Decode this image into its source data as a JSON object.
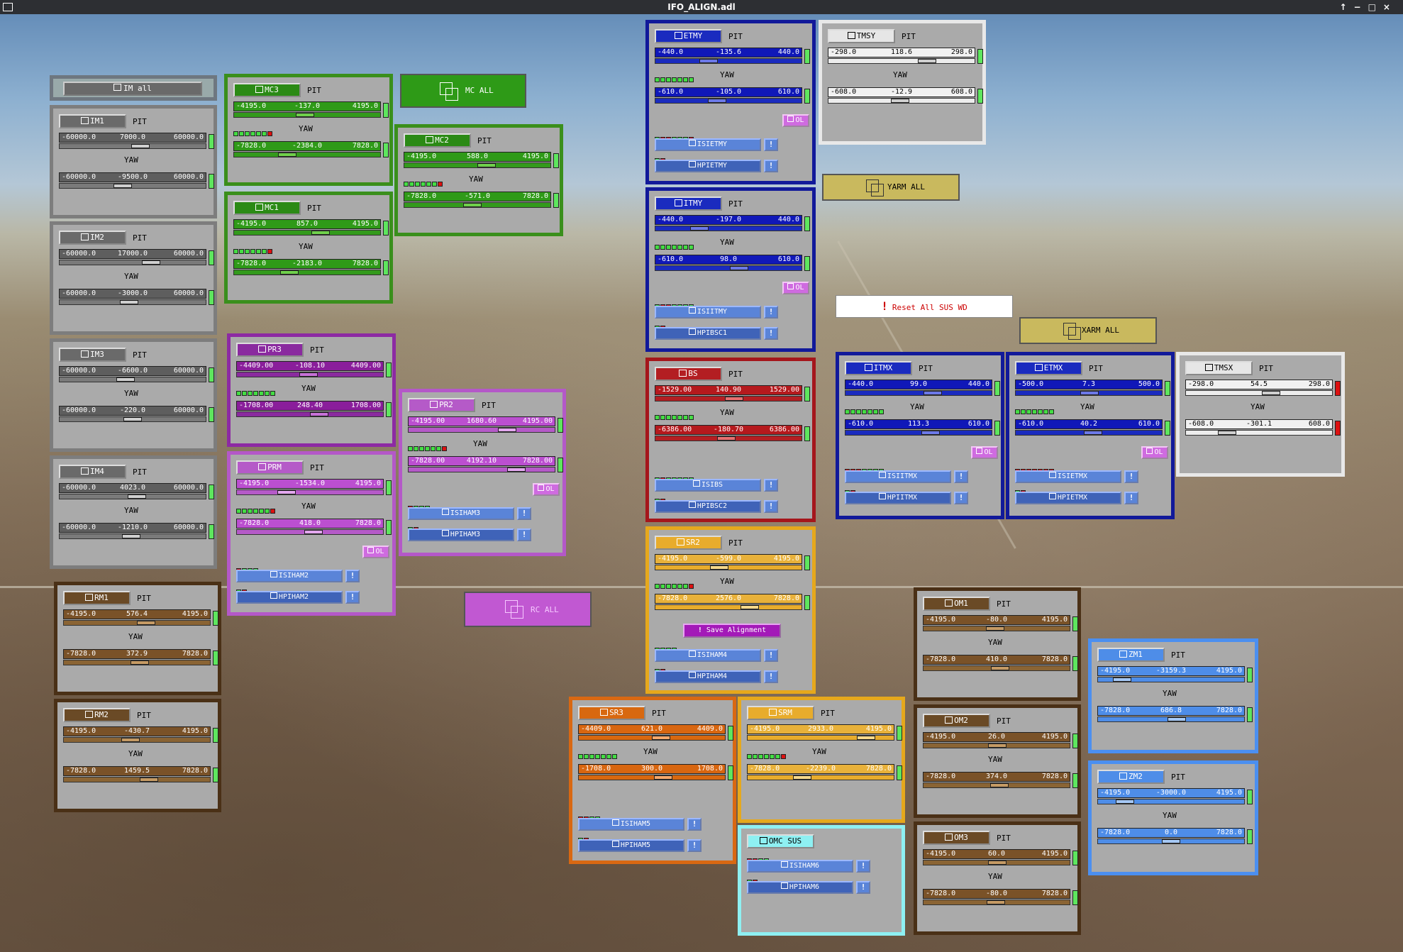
{
  "window": {
    "title": "IFO_ALIGN.adl"
  },
  "labels": {
    "pit": "PIT",
    "yaw": "YAW",
    "ol": "OL",
    "bang": "!"
  },
  "buttons": {
    "im_all": "IM all",
    "mc_all": "MC ALL",
    "yarm_all": "YARM ALL",
    "xarm_all": "XARM ALL",
    "rc_all": "RC ALL",
    "reset_wd": "Reset All SUS WD",
    "save_alignment": "Save Alignment"
  },
  "panels": [
    {
      "id": "im1",
      "name": "IM1",
      "theme": "gray",
      "pit": {
        "min": "-60000.0",
        "val": "7000.0",
        "max": "60000.0"
      },
      "yaw": {
        "min": "-60000.0",
        "val": "-9500.0",
        "max": "60000.0"
      }
    },
    {
      "id": "im2",
      "name": "IM2",
      "theme": "gray",
      "pit": {
        "min": "-60000.0",
        "val": "17000.0",
        "max": "60000.0"
      },
      "yaw": {
        "min": "-60000.0",
        "val": "-3000.0",
        "max": "60000.0"
      }
    },
    {
      "id": "im3",
      "name": "IM3",
      "theme": "gray",
      "pit": {
        "min": "-60000.0",
        "val": "-6600.0",
        "max": "60000.0"
      },
      "yaw": {
        "min": "-60000.0",
        "val": "-220.0",
        "max": "60000.0"
      }
    },
    {
      "id": "im4",
      "name": "IM4",
      "theme": "gray",
      "pit": {
        "min": "-60000.0",
        "val": "4023.0",
        "max": "60000.0"
      },
      "yaw": {
        "min": "-60000.0",
        "val": "-1210.0",
        "max": "60000.0"
      }
    },
    {
      "id": "rm1",
      "name": "RM1",
      "theme": "brown",
      "pit": {
        "min": "-4195.0",
        "val": "576.4",
        "max": "4195.0"
      },
      "yaw": {
        "min": "-7828.0",
        "val": "372.9",
        "max": "7828.0"
      }
    },
    {
      "id": "rm2",
      "name": "RM2",
      "theme": "brown",
      "pit": {
        "min": "-4195.0",
        "val": "-430.7",
        "max": "4195.0"
      },
      "yaw": {
        "min": "-7828.0",
        "val": "1459.5",
        "max": "7828.0"
      }
    },
    {
      "id": "mc3",
      "name": "MC3",
      "theme": "green",
      "pit": {
        "min": "-4195.0",
        "val": "-137.0",
        "max": "4195.0"
      },
      "yaw": {
        "min": "-7828.0",
        "val": "-2384.0",
        "max": "7828.0"
      },
      "wd": [
        1,
        1,
        1,
        1,
        1,
        1,
        0
      ]
    },
    {
      "id": "mc1",
      "name": "MC1",
      "theme": "green",
      "pit": {
        "min": "-4195.0",
        "val": "857.0",
        "max": "4195.0"
      },
      "yaw": {
        "min": "-7828.0",
        "val": "-2183.0",
        "max": "7828.0"
      },
      "wd": [
        1,
        1,
        1,
        1,
        1,
        1,
        0
      ]
    },
    {
      "id": "mc2",
      "name": "MC2",
      "theme": "green",
      "pit": {
        "min": "-4195.0",
        "val": "588.0",
        "max": "4195.0"
      },
      "yaw": {
        "min": "-7828.0",
        "val": "-571.0",
        "max": "7828.0"
      },
      "wd": [
        1,
        1,
        1,
        1,
        1,
        1,
        0
      ]
    },
    {
      "id": "pr3",
      "name": "PR3",
      "theme": "purple",
      "pit": {
        "min": "-4409.00",
        "val": "-108.10",
        "max": "4409.00"
      },
      "yaw": {
        "min": "-1708.00",
        "val": "248.40",
        "max": "1708.00"
      },
      "wd": [
        1,
        1,
        1,
        1,
        1,
        1,
        1
      ]
    },
    {
      "id": "prm",
      "name": "PRM",
      "theme": "violet",
      "pit": {
        "min": "-4195.0",
        "val": "-1534.0",
        "max": "4195.0"
      },
      "yaw": {
        "min": "-7828.0",
        "val": "418.0",
        "max": "7828.0"
      },
      "wd": [
        1,
        1,
        1,
        1,
        1,
        1,
        0
      ],
      "ol": true,
      "seiwd": [
        0,
        1,
        1,
        1
      ],
      "sei": [
        "ISIHAM2",
        "HPIHAM2"
      ]
    },
    {
      "id": "pr2",
      "name": "PR2",
      "theme": "violet",
      "pit": {
        "min": "-4195.00",
        "val": "1680.60",
        "max": "4195.00"
      },
      "yaw": {
        "min": "-7828.00",
        "val": "4192.10",
        "max": "7828.00"
      },
      "wd": [
        1,
        1,
        1,
        1,
        1,
        1,
        0
      ],
      "ol": true,
      "seiwd": [
        0,
        1,
        1,
        1
      ],
      "sei": [
        "ISIHAM3",
        "HPIHAM3"
      ]
    },
    {
      "id": "etmy",
      "name": "ETMY",
      "theme": "blue",
      "pit": {
        "min": "-440.0",
        "val": "-135.6",
        "max": "440.0"
      },
      "yaw": {
        "min": "-610.0",
        "val": "-105.0",
        "max": "610.0"
      },
      "wd": [
        1,
        1,
        1,
        1,
        1,
        1,
        1
      ],
      "ol": true,
      "seiwd": [
        1,
        0,
        0,
        1,
        1,
        1,
        0
      ],
      "sei": [
        "ISIETMY",
        "HPIETMY"
      ]
    },
    {
      "id": "itmy",
      "name": "ITMY",
      "theme": "blue",
      "pit": {
        "min": "-440.0",
        "val": "-197.0",
        "max": "440.0"
      },
      "yaw": {
        "min": "-610.0",
        "val": "98.0",
        "max": "610.0"
      },
      "wd": [
        1,
        1,
        1,
        1,
        1,
        1,
        1
      ],
      "ol": true,
      "seiwd": [
        1,
        0,
        0,
        1,
        1,
        1,
        1
      ],
      "sei": [
        "ISIITMY",
        "HPIBSC1"
      ]
    },
    {
      "id": "bs",
      "name": "BS",
      "theme": "red",
      "pit": {
        "min": "-1529.00",
        "val": "140.90",
        "max": "1529.00"
      },
      "yaw": {
        "min": "-6386.00",
        "val": "-180.70",
        "max": "6386.00"
      },
      "wd": [
        1,
        1,
        1,
        1,
        1,
        1,
        1
      ],
      "seiwd": [
        1,
        0,
        1,
        1,
        1,
        1,
        1
      ],
      "sei": [
        "ISIBS",
        "HPIBSC2"
      ]
    },
    {
      "id": "sr2",
      "name": "SR2",
      "theme": "amber",
      "pit": {
        "min": "-4195.0",
        "val": "-599.0",
        "max": "4195.0"
      },
      "yaw": {
        "min": "-7828.0",
        "val": "2576.0",
        "max": "7828.0"
      },
      "wd": [
        1,
        1,
        1,
        1,
        1,
        1,
        0
      ],
      "seiwd": [
        1,
        1,
        1,
        1
      ],
      "sei": [
        "ISIHAM4",
        "HPIHAM4"
      ]
    },
    {
      "id": "sr3",
      "name": "SR3",
      "theme": "orange",
      "pit": {
        "min": "-4409.0",
        "val": "621.0",
        "max": "4409.0"
      },
      "yaw": {
        "min": "-1708.0",
        "val": "300.0",
        "max": "1708.0"
      },
      "wd": [
        1,
        1,
        1,
        1,
        1,
        1,
        1
      ],
      "seiwd": [
        0,
        0,
        1,
        1
      ],
      "sei": [
        "ISIHAM5",
        "HPIHAM5"
      ]
    },
    {
      "id": "srm",
      "name": "SRM",
      "theme": "amber",
      "pit": {
        "min": "-4195.0",
        "val": "2933.0",
        "max": "4195.0"
      },
      "yaw": {
        "min": "-7828.0",
        "val": "-2239.0",
        "max": "7828.0"
      },
      "wd": [
        1,
        1,
        1,
        1,
        1,
        1,
        0
      ]
    },
    {
      "id": "omcsus",
      "name": "OMC SUS",
      "theme": "cyan",
      "seiwd": [
        0,
        0,
        1,
        1
      ],
      "sei": [
        "ISIHAM6",
        "HPIHAM6"
      ]
    },
    {
      "id": "tmsy",
      "name": "TMSY",
      "theme": "white",
      "pit": {
        "min": "-298.0",
        "val": "118.6",
        "max": "298.0"
      },
      "yaw": {
        "min": "-608.0",
        "val": "-12.9",
        "max": "608.0"
      }
    },
    {
      "id": "itmx",
      "name": "ITMX",
      "theme": "blue",
      "pit": {
        "min": "-440.0",
        "val": "99.0",
        "max": "440.0"
      },
      "yaw": {
        "min": "-610.0",
        "val": "113.3",
        "max": "610.0"
      },
      "wd": [
        1,
        1,
        1,
        1,
        1,
        1,
        1
      ],
      "ol": true,
      "seiwd": [
        0,
        0,
        0,
        1,
        1,
        1,
        1
      ],
      "sei": [
        "ISIITMX",
        "HPIITMX"
      ]
    },
    {
      "id": "etmx",
      "name": "ETMX",
      "theme": "blue",
      "pit": {
        "min": "-500.0",
        "val": "7.3",
        "max": "500.0"
      },
      "yaw": {
        "min": "-610.0",
        "val": "40.2",
        "max": "610.0"
      },
      "wd": [
        1,
        1,
        1,
        1,
        1,
        1,
        1
      ],
      "ol": true,
      "seiwd": [
        0,
        0,
        0,
        0,
        0,
        0,
        0
      ],
      "sei": [
        "ISIETMX",
        "HPIETMX"
      ]
    },
    {
      "id": "tmsx",
      "name": "TMSX",
      "theme": "white",
      "pit": {
        "min": "-298.0",
        "val": "54.5",
        "max": "298.0"
      },
      "yaw": {
        "min": "-608.0",
        "val": "-301.1",
        "max": "608.0"
      }
    },
    {
      "id": "om1",
      "name": "OM1",
      "theme": "brown",
      "pit": {
        "min": "-4195.0",
        "val": "-80.0",
        "max": "4195.0"
      },
      "yaw": {
        "min": "-7828.0",
        "val": "410.0",
        "max": "7828.0"
      }
    },
    {
      "id": "om2",
      "name": "OM2",
      "theme": "brown",
      "pit": {
        "min": "-4195.0",
        "val": "26.0",
        "max": "4195.0"
      },
      "yaw": {
        "min": "-7828.0",
        "val": "374.0",
        "max": "7828.0"
      }
    },
    {
      "id": "om3",
      "name": "OM3",
      "theme": "brown",
      "pit": {
        "min": "-4195.0",
        "val": "60.0",
        "max": "4195.0"
      },
      "yaw": {
        "min": "-7828.0",
        "val": "-80.0",
        "max": "7828.0"
      }
    },
    {
      "id": "zm1",
      "name": "ZM1",
      "theme": "lightblue",
      "pit": {
        "min": "-4195.0",
        "val": "-3159.3",
        "max": "4195.0"
      },
      "yaw": {
        "min": "-7828.0",
        "val": "686.8",
        "max": "7828.0"
      }
    },
    {
      "id": "zm2",
      "name": "ZM2",
      "theme": "lightblue",
      "pit": {
        "min": "-4195.0",
        "val": "-3000.0",
        "max": "4195.0"
      },
      "yaw": {
        "min": "-7828.0",
        "val": "0.0",
        "max": "7828.0"
      }
    }
  ],
  "themes": {
    "gray": {
      "border": "#7d7d7d",
      "bar": "#5e5e5e",
      "hdr": "#6a6a6a",
      "thumb": "#cfcfcf",
      "track": "#7a7a7a",
      "hdrText": "#ffffff"
    },
    "brown": {
      "border": "#4a3016",
      "bar": "#7a5228",
      "hdr": "#6a4a26",
      "thumb": "#c59a64",
      "track": "#8a6434",
      "hdrText": "#ffffff"
    },
    "green": {
      "border": "#3a8f1c",
      "bar": "#2f9a18",
      "hdr": "#2b8a15",
      "thumb": "#6fd04b",
      "track": "#339a1c",
      "hdrText": "#ffffff"
    },
    "purple": {
      "border": "#8d2aa3",
      "bar": "#8a1e9b",
      "hdr": "#8a2a9f",
      "thumb": "#c771d8",
      "track": "#8a2a9f",
      "hdrText": "#ffffff"
    },
    "violet": {
      "border": "#b458c8",
      "bar": "#bb4fd0",
      "hdr": "#b55ac8",
      "thumb": "#e3a7ef",
      "track": "#b55ac8",
      "hdrText": "#ffffff"
    },
    "blue": {
      "border": "#11199a",
      "bar": "#1018b8",
      "hdr": "#1a2bbf",
      "thumb": "#6c79e8",
      "track": "#1a2bbf",
      "hdrText": "#ffffff"
    },
    "red": {
      "border": "#a5161b",
      "bar": "#b5191d",
      "hdr": "#b31e22",
      "thumb": "#e76f6f",
      "track": "#b31e22",
      "hdrText": "#ffffff"
    },
    "amber": {
      "border": "#e6a81c",
      "bar": "#e8b13a",
      "hdr": "#e8ac2c",
      "thumb": "#f5d88b",
      "track": "#e8ac2c",
      "hdrText": "#ffffff"
    },
    "orange": {
      "border": "#d96812",
      "bar": "#d86610",
      "hdr": "#d8680f",
      "thumb": "#f5a86b",
      "track": "#d8680f",
      "hdrText": "#ffffff"
    },
    "cyan": {
      "border": "#8ef0f2",
      "bar": "#6fd6d8",
      "hdr": "#8ef0f2",
      "thumb": "#c3f7f8",
      "track": "#6fd6d8",
      "hdrText": "#000000"
    },
    "white": {
      "border": "#e8e8e8",
      "bar": "#f1f1f1",
      "hdr": "#e6e6e6",
      "thumb": "#cfcfcf",
      "track": "#ededed",
      "hdrText": "#000000",
      "barText": "#000000"
    },
    "lightblue": {
      "border": "#4b8ff0",
      "bar": "#4e8de8",
      "hdr": "#4e8de8",
      "thumb": "#a5c8f5",
      "track": "#4e8de8",
      "hdrText": "#ffffff"
    }
  }
}
